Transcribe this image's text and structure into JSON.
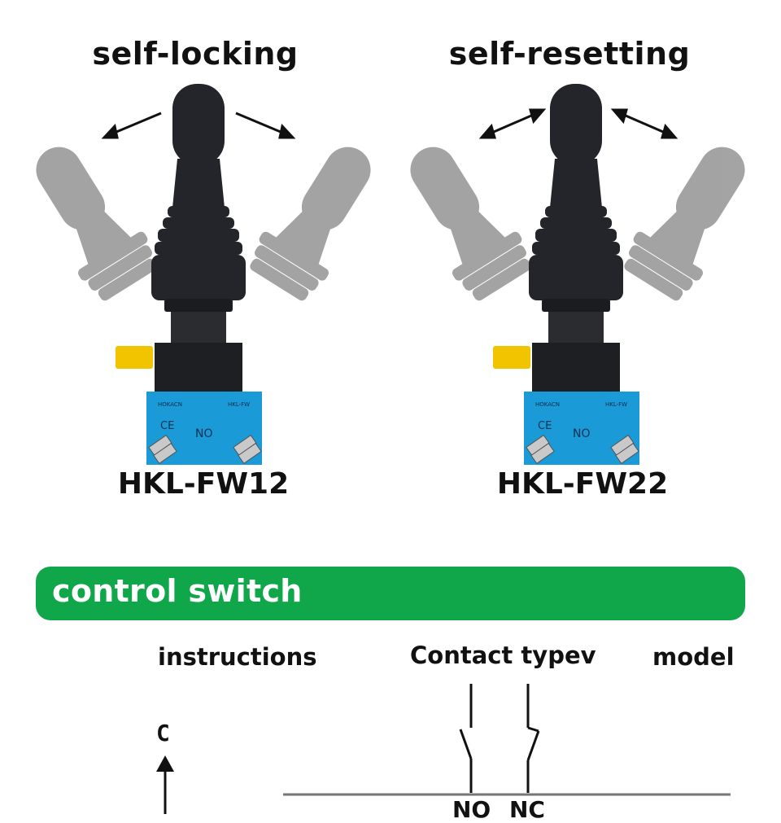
{
  "products": [
    {
      "mode": "self-locking",
      "model": "HKL-FW12",
      "brand_text": "HOKACN",
      "series_text": "HKL-FW",
      "contact_marking": "NO",
      "cert_mark": "CE"
    },
    {
      "mode": "self-resetting",
      "model": "HKL-FW22",
      "brand_text": "HOKACN",
      "series_text": "HKL-FW",
      "contact_marking": "NO",
      "cert_mark": "CE"
    }
  ],
  "section": {
    "title": "control switch"
  },
  "table": {
    "headers": {
      "instructions": "instructions",
      "contact_type": "Contact typev",
      "model": "model"
    },
    "direction_label": "C",
    "contacts": [
      "NO",
      "NC"
    ]
  },
  "colors": {
    "section_bar": "#10a64a",
    "switch_body": "#1a9ad6",
    "lever_black": "#23252a",
    "lever_ghost": "#9a9a9a",
    "tab_yellow": "#f2c400"
  }
}
